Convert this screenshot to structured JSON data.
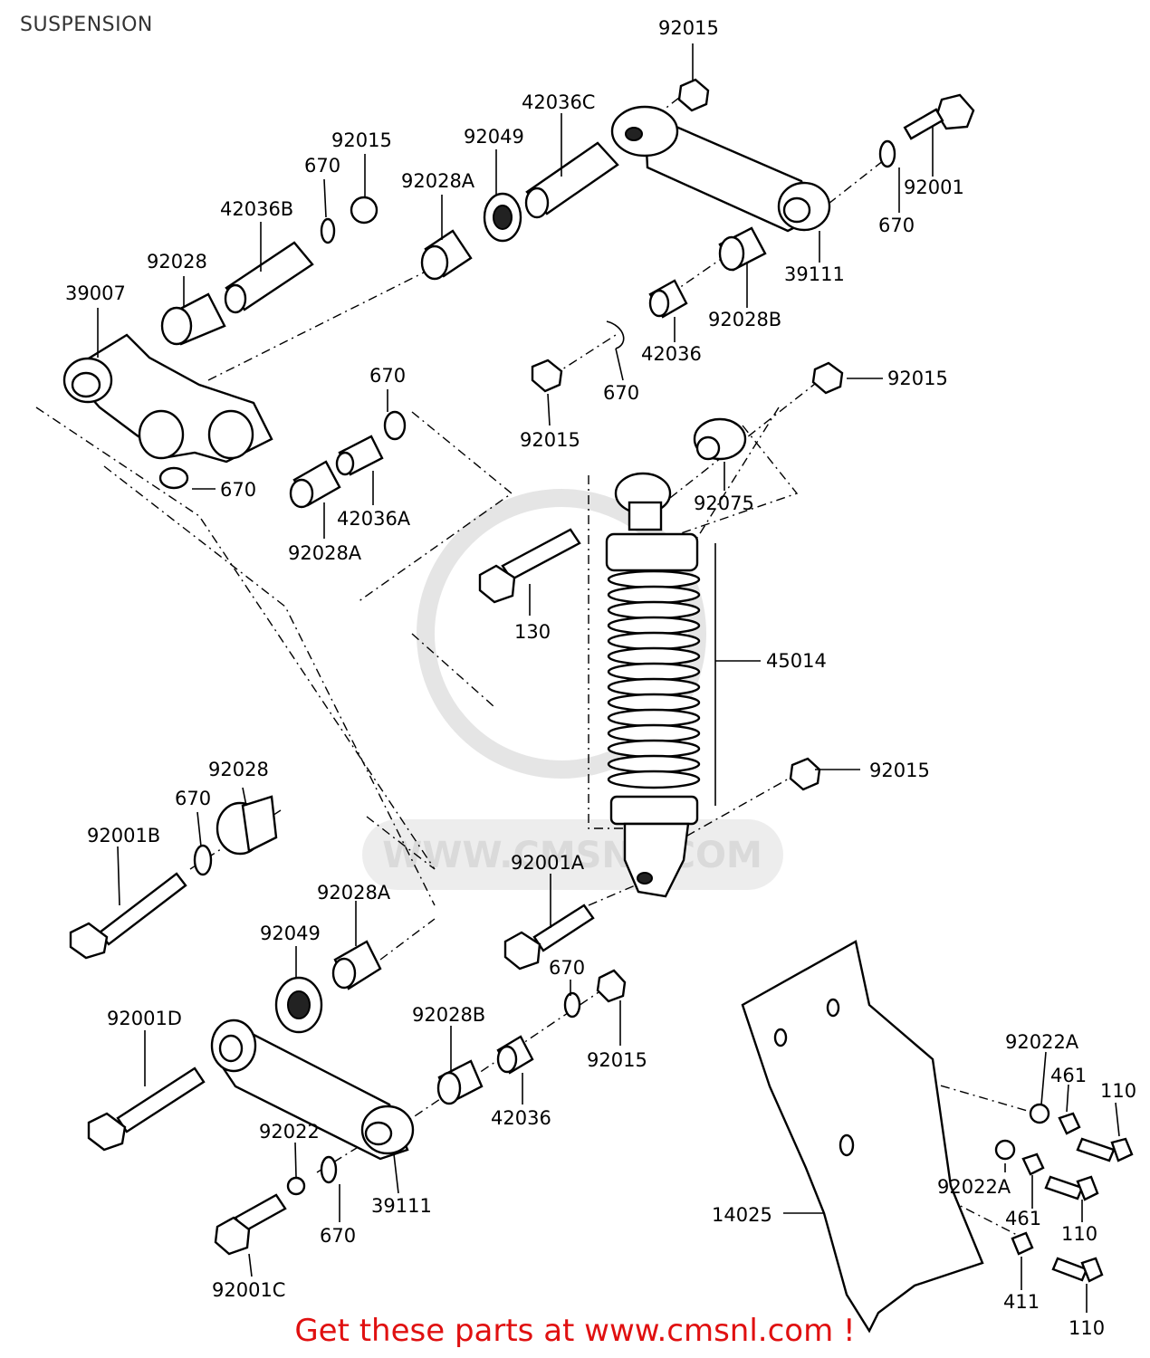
{
  "title": "SUSPENSION",
  "watermark": "WWW.CMSNL.COM",
  "promo": "Get these parts at www.cmsnl.com !",
  "accent_color": "#e01010",
  "callouts": [
    "92015",
    "42036C",
    "92049",
    "92015",
    "670",
    "92028A",
    "42036B",
    "92001",
    "92028",
    "670",
    "39111",
    "39007",
    "92028B",
    "42036",
    "670",
    "670",
    "92015",
    "92015",
    "670",
    "92075",
    "42036A",
    "92028A",
    "130",
    "45014",
    "92028",
    "670",
    "92015",
    "92001B",
    "92001A",
    "92028A",
    "92049",
    "670",
    "92001D",
    "92028B",
    "92015",
    "92022A",
    "461",
    "110",
    "42036",
    "92022",
    "92022A",
    "670",
    "39111",
    "461",
    "110",
    "14025",
    "92001C",
    "411",
    "110"
  ]
}
